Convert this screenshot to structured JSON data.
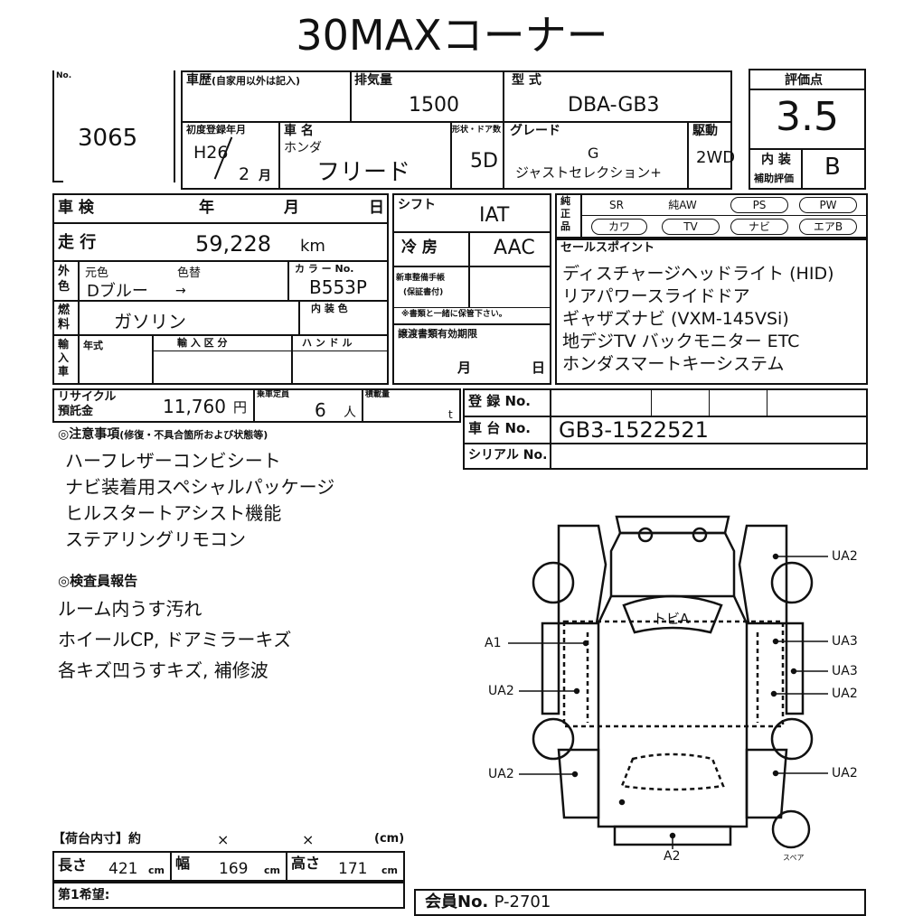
{
  "title": "30MAXコーナー",
  "lot": {
    "label": "No.",
    "value": "3065"
  },
  "history": {
    "label": "車歴",
    "note": "(自家用以外は記入)"
  },
  "displacement": {
    "label": "排気量",
    "value": "1500"
  },
  "model": {
    "label": "型 式",
    "value": "DBA-GB3"
  },
  "score": {
    "label": "評価点",
    "value": "3.5"
  },
  "interior": {
    "label1": "内 装",
    "label2": "補助評価",
    "value": "B"
  },
  "first_reg": {
    "label": "初度登録年月",
    "era_year": "H26",
    "month": "2",
    "month_unit": "月"
  },
  "car_name": {
    "label": "車 名",
    "maker": "ホンダ",
    "name": "フリード"
  },
  "doors": {
    "label": "形状・ドア数",
    "value": "5D"
  },
  "grade": {
    "label": "グレード",
    "line1": "G",
    "line2": "ジャストセレクション+"
  },
  "drive": {
    "label": "駆動",
    "value": "2WD"
  },
  "inspection": {
    "label": "車 検",
    "year": "年",
    "month": "月",
    "day": "日"
  },
  "shift": {
    "label": "シフト",
    "value": "IAT"
  },
  "options": {
    "label": "純正品",
    "items": [
      "SR",
      "純AW",
      "PS",
      "PW",
      "カワ",
      "TV",
      "ナビ",
      "エアB"
    ]
  },
  "mileage": {
    "label": "走 行",
    "value": "59,228",
    "unit": "km"
  },
  "ac": {
    "label": "冷 房",
    "value": "AAC"
  },
  "sales_points": {
    "label": "セールスポイント",
    "items": [
      "ディスチャージヘッドライト (HID)",
      "リアパワースライドドア",
      "ギャザズナビ (VXM-145VSi)",
      "地デジTV バックモニター ETC",
      "ホンダスマートキーシステム"
    ]
  },
  "color": {
    "side": "外色",
    "orig_label": "元色",
    "change_label": "色替",
    "orig": "Dブルー",
    "arrow": "→",
    "code_label": "カ ラ ー No.",
    "code": "B553P"
  },
  "manual": {
    "label": "新車整備手帳",
    "sub": "(保証書付)",
    "note": "※書類と一緒に保管下さい。"
  },
  "fuel": {
    "label": "燃料",
    "value": "ガソリン",
    "int_color_label": "内 装 色"
  },
  "import": {
    "label": "輸入車",
    "year": "年式",
    "cls": "輸 入 区 分",
    "handle": "ハ ン ド ル"
  },
  "transfer": {
    "label": "譲渡書類有効期限",
    "month": "月",
    "day": "日"
  },
  "recycle": {
    "label1": "リサイクル",
    "label2": "預託金",
    "value": "11,760",
    "unit": "円"
  },
  "capacity": {
    "label": "乗車定員",
    "value": "6",
    "unit": "人"
  },
  "load": {
    "label": "積載量",
    "unit": "t"
  },
  "reg_no": {
    "label": "登 録 No."
  },
  "chassis": {
    "label": "車 台 No.",
    "value": "GB3-1522521"
  },
  "serial": {
    "label": "シリアル No."
  },
  "caution": {
    "label": "◎注意事項",
    "sub": "(修復・不具合箇所および状態等)",
    "items": [
      "ハーフレザーコンビシート",
      "ナビ装着用スペシャルパッケージ",
      "ヒルスタートアシスト機能",
      "ステアリングリモコン"
    ]
  },
  "inspector": {
    "label": "◎検査員報告",
    "items": [
      "ルーム内うす汚れ",
      "ホイールCP, ドアミラーキズ",
      "各キズ凹うすキズ, 補修波"
    ]
  },
  "diagram": {
    "windshield": "トビA",
    "spare": "スペア",
    "left": [
      "A1",
      "UA2",
      "UA2"
    ],
    "right": [
      "UA2",
      "UA3",
      "UA3",
      "UA2",
      "UA2"
    ],
    "bottom": "A2"
  },
  "cargo": {
    "label": "【荷台内寸】約",
    "x1": "×",
    "x2": "×",
    "unit": "(cm)"
  },
  "dims": {
    "length_label": "長さ",
    "length": "421",
    "width_label": "幅",
    "width": "169",
    "height_label": "高さ",
    "height": "171",
    "unit": "cm"
  },
  "wish": {
    "label": "第1希望:"
  },
  "member": {
    "label": "会員No.",
    "value": "P-2701"
  }
}
